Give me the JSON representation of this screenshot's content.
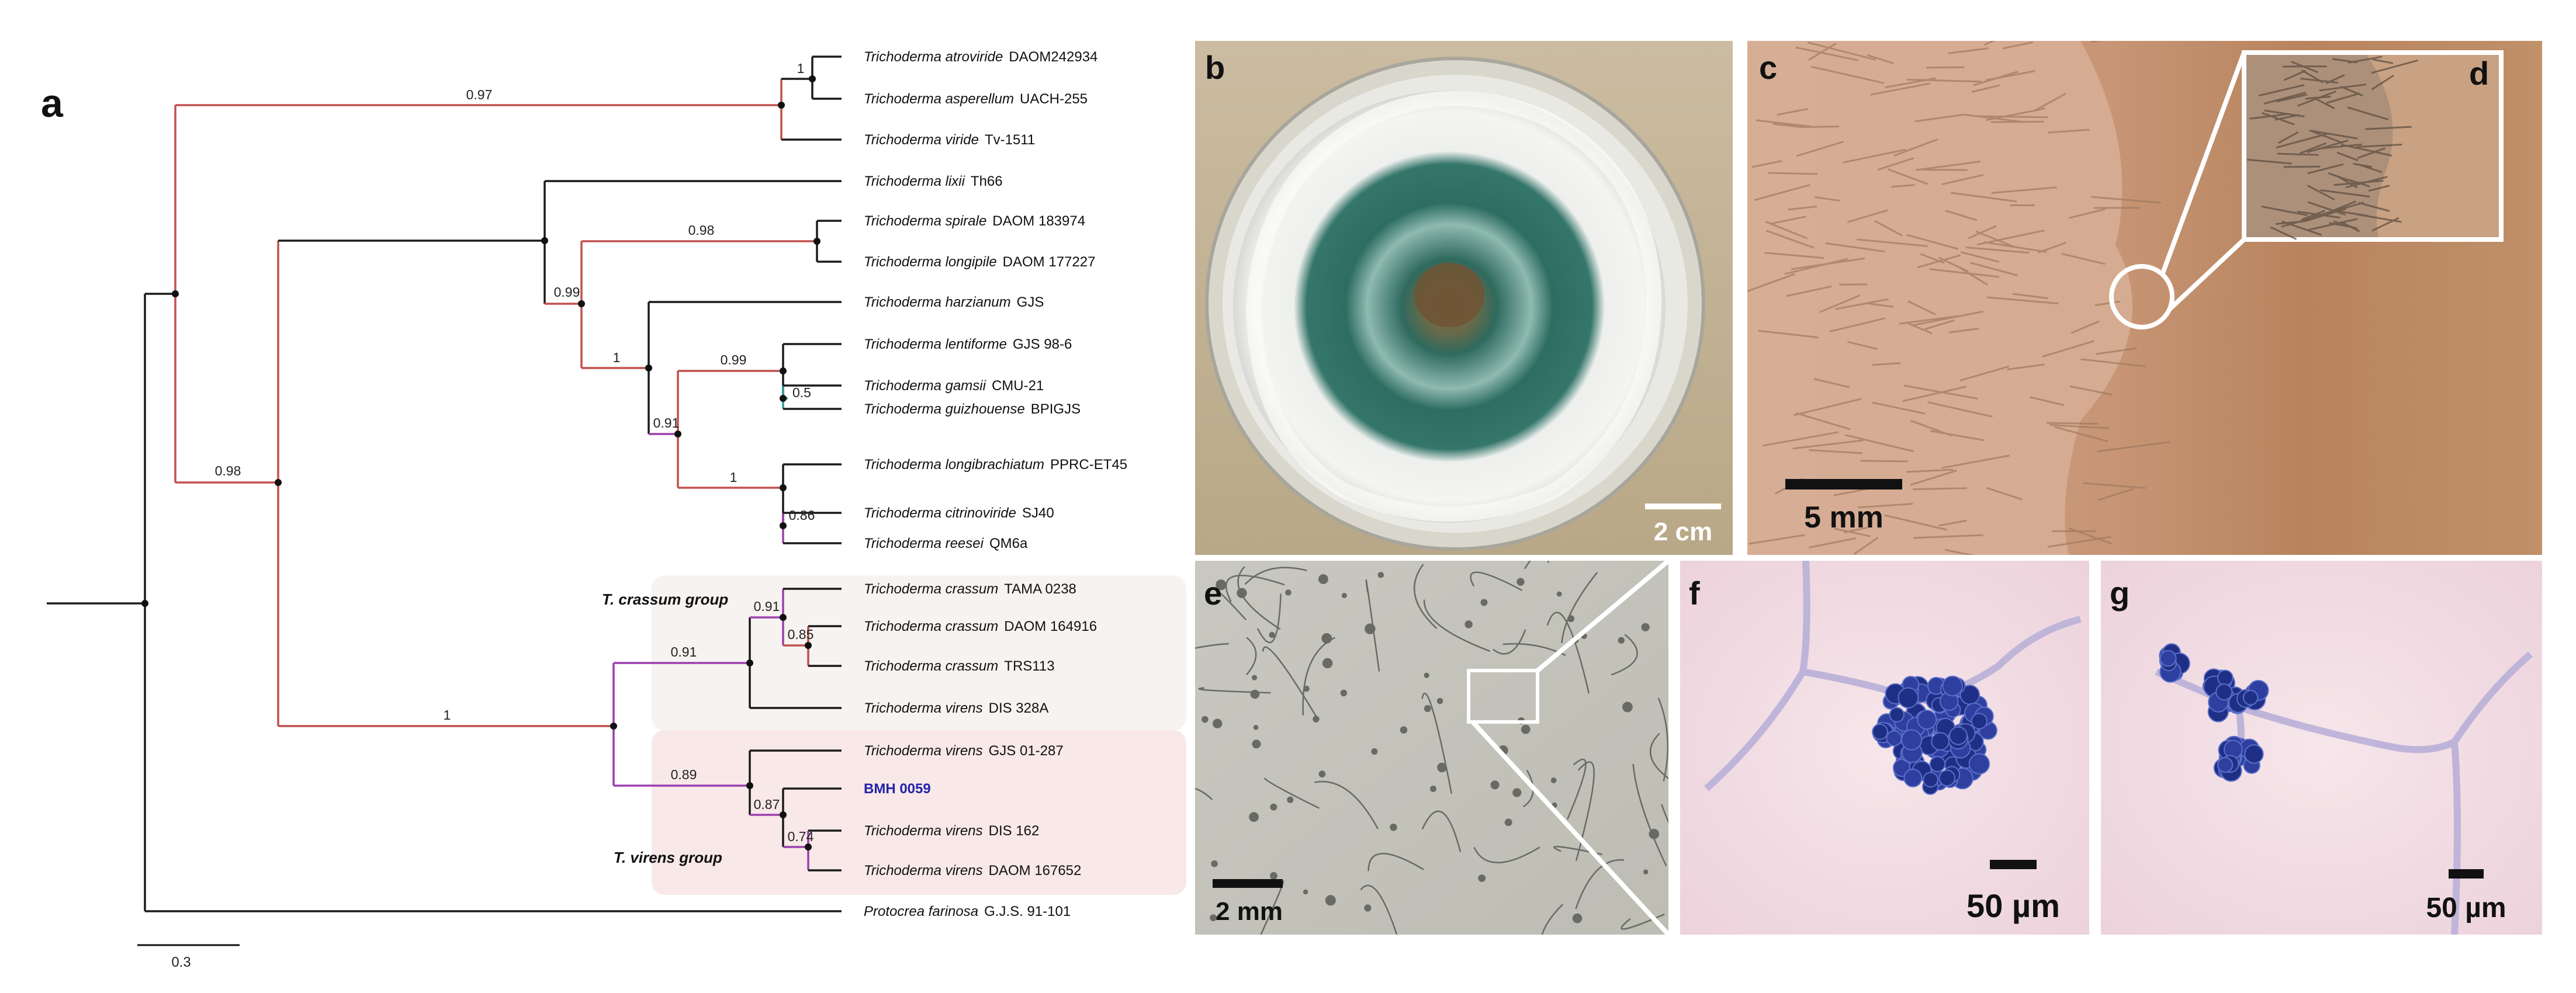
{
  "figure": {
    "panels": {
      "a": "a",
      "b": "b",
      "c": "c",
      "d": "d",
      "e": "e",
      "f": "f",
      "g": "g"
    },
    "scalebars": {
      "b": "2 cm",
      "c": "5 mm",
      "e": "2 mm",
      "f": "50 µm",
      "g": "50 µm"
    },
    "tree": {
      "scale_label": "0.3",
      "groups": {
        "crassum": "T. crassum group",
        "virens": "T. virens group"
      },
      "taxa": [
        {
          "genus": "Trichoderma atroviride",
          "strain": "DAOM242934"
        },
        {
          "genus": "Trichoderma asperellum",
          "strain": "UACH-255"
        },
        {
          "genus": "Trichoderma viride",
          "strain": "Tv-1511"
        },
        {
          "genus": "Trichoderma lixii",
          "strain": "Th66"
        },
        {
          "genus": "Trichoderma spirale",
          "strain": "DAOM 183974"
        },
        {
          "genus": "Trichoderma longipile",
          "strain": "DAOM 177227"
        },
        {
          "genus": "Trichoderma harzianum",
          "strain": "GJS"
        },
        {
          "genus": "Trichoderma lentiforme",
          "strain": "GJS 98-6"
        },
        {
          "genus": "Trichoderma gamsii",
          "strain": "CMU-21"
        },
        {
          "genus": "Trichoderma guizhouense",
          "strain": "BPIGJS"
        },
        {
          "genus": "Trichoderma longibrachiatum",
          "strain": "PPRC-ET45"
        },
        {
          "genus": "Trichoderma citrinoviride",
          "strain": "SJ40"
        },
        {
          "genus": "Trichoderma reesei",
          "strain": "QM6a"
        },
        {
          "genus": "Trichoderma crassum",
          "strain": "TAMA 0238"
        },
        {
          "genus": "Trichoderma crassum",
          "strain": "DAOM 164916"
        },
        {
          "genus": "Trichoderma crassum",
          "strain": "TRS113"
        },
        {
          "genus": "Trichoderma virens",
          "strain": "DIS 328A"
        },
        {
          "genus": "Trichoderma virens",
          "strain": "GJS 01-287"
        },
        {
          "genus": "",
          "strain": "BMH 0059"
        },
        {
          "genus": "Trichoderma virens",
          "strain": "DIS 162"
        },
        {
          "genus": "Trichoderma virens",
          "strain": "DAOM 167652"
        },
        {
          "genus": "Protocrea farinosa",
          "strain": "G.J.S. 91-101"
        }
      ],
      "support": {
        "atro_asper": "1",
        "viride_clade": "0.97",
        "spirale_longipile": "0.98",
        "harz_clade": "0.99",
        "node_harz": "1",
        "lent_gam": "0.99",
        "gam_guiz": "0.5",
        "node_091": "0.91",
        "longi_clade": "1",
        "citr_rees": "0.86",
        "crassum_top": "0.91",
        "crassum_sub": "0.85",
        "crassum_clade": "0.91",
        "main_clade": "0.98",
        "virens_split": "1",
        "virens_clade": "0.89",
        "virens_sub": "0.87",
        "virens_pair": "0.74"
      },
      "colors": {
        "red": "#c0504d",
        "purple": "#9b3fae",
        "teal": "#2a9d9d",
        "black": "#1a1a1a",
        "highlight": "#2323a8"
      }
    }
  }
}
